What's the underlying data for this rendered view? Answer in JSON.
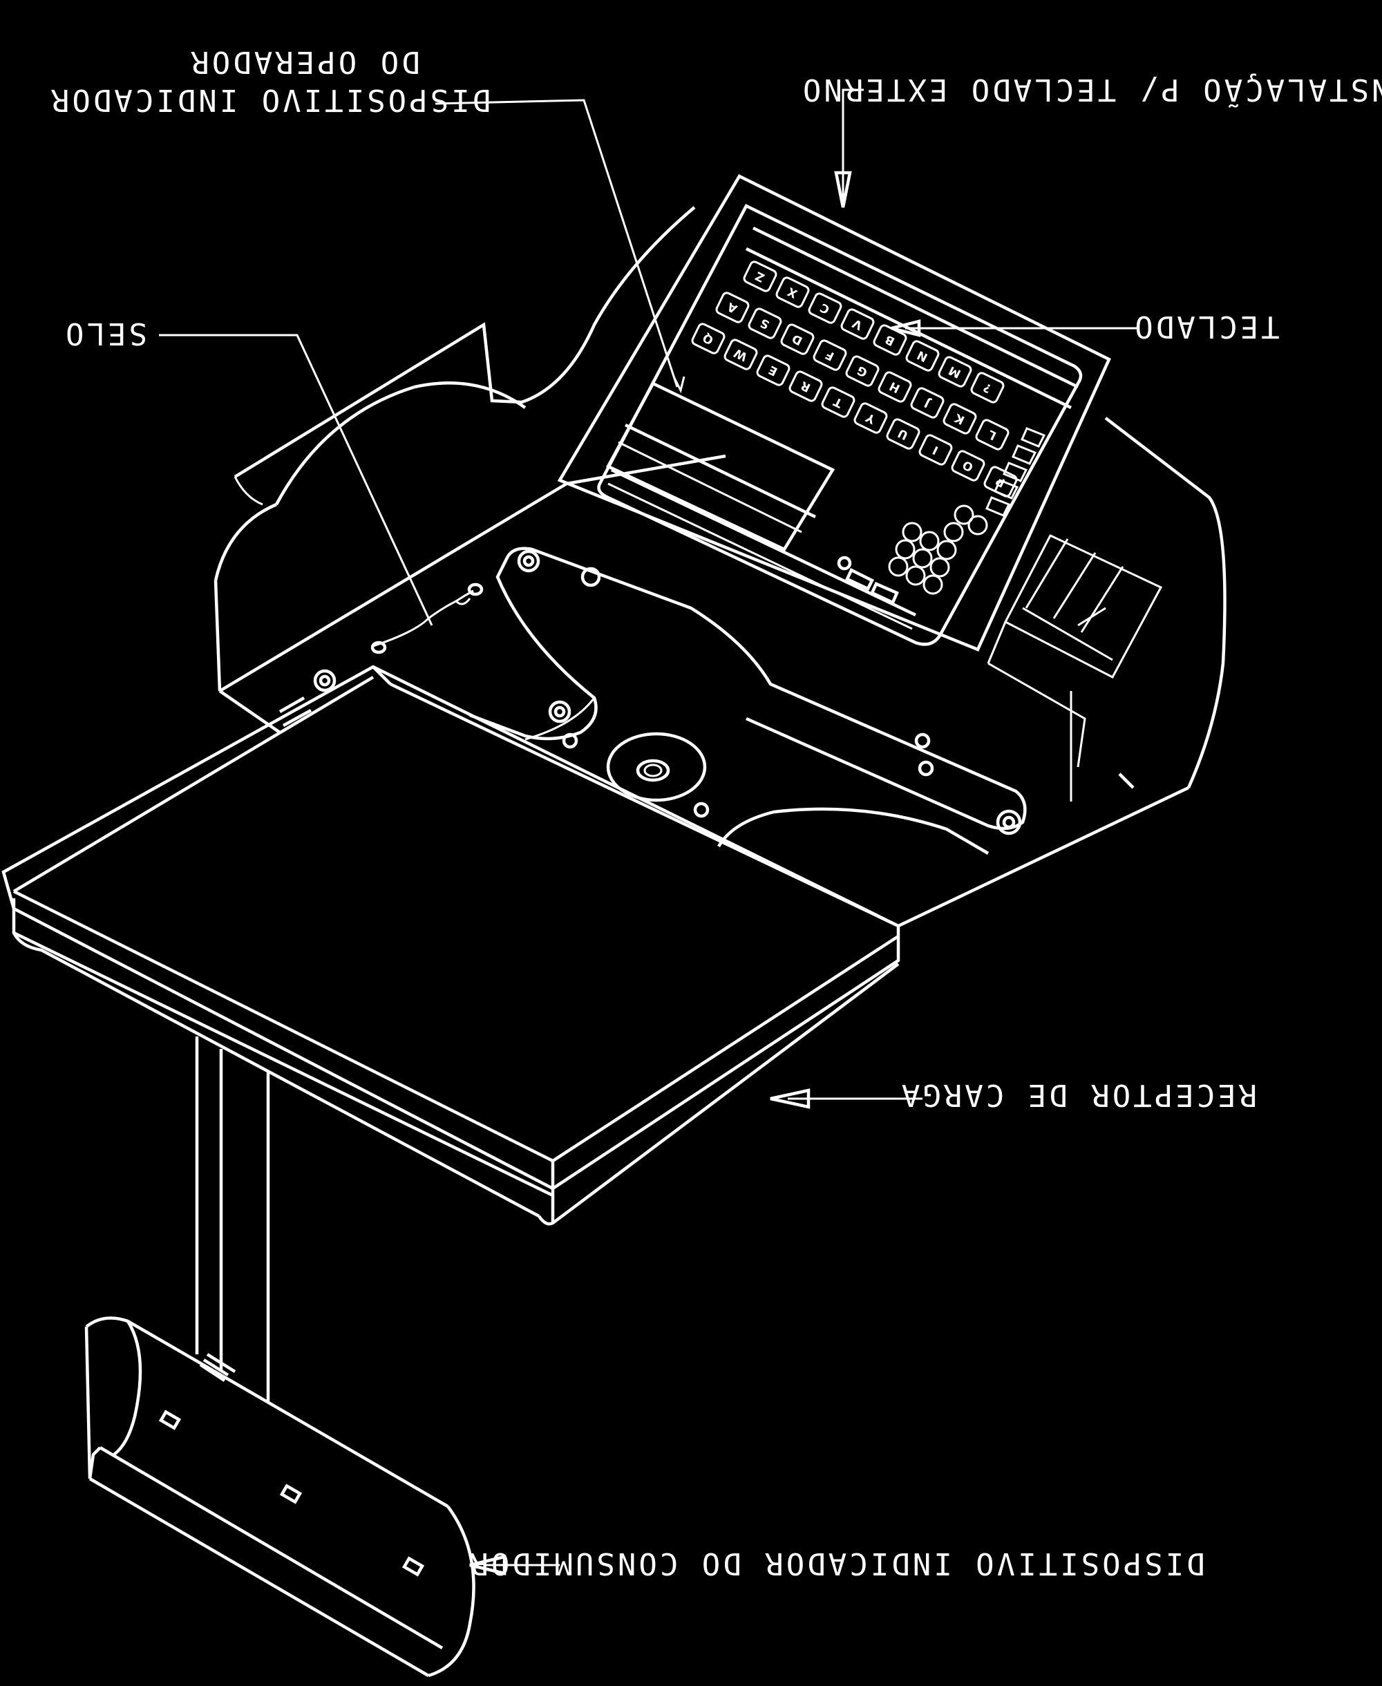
{
  "labels": {
    "operator_display_line1": "DISPOSITIVO INDICADOR",
    "operator_display_line2": "DO OPERADOR",
    "external_keyboard": "INSTALAÇÃO P/ TECLADO EXTERNO",
    "seal": "SELO",
    "keyboard": "TECLADO",
    "load_receptor": "RECEPTOR DE CARGA",
    "consumer_display": "DISPOSITIVO INDICADOR DO CONSUMIDOR"
  },
  "keyboard_rows": [
    [
      "Z",
      "X",
      "C",
      "V",
      "B",
      "N",
      "M",
      "?"
    ],
    [
      "A",
      "S",
      "D",
      "F",
      "G",
      "H",
      "J",
      "K",
      "L"
    ],
    [
      "Q",
      "W",
      "E",
      "R",
      "T",
      "Y",
      "U",
      "I",
      "O",
      "P"
    ]
  ],
  "colors": {
    "background": "#000000",
    "line": "#ffffff"
  }
}
